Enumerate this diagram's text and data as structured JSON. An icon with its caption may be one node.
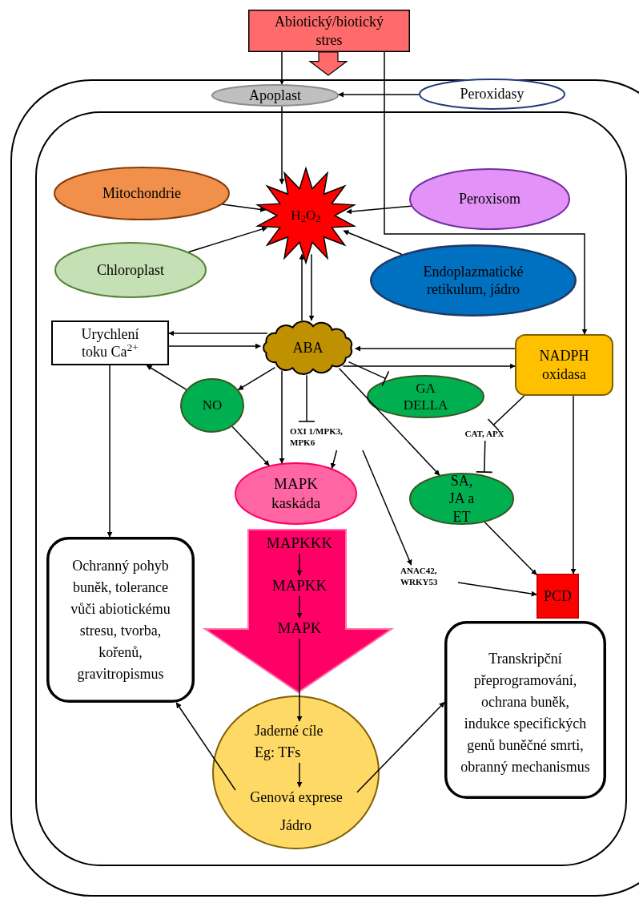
{
  "diagram": {
    "nodes": [
      {
        "text": [
          "Abiotický/biotický stres"
        ]
      },
      {
        "text": [
          "Apoplast"
        ]
      },
      {
        "text": [
          "Peroxidasy"
        ]
      },
      {
        "text": [
          "Mitochondrie"
        ]
      },
      {
        "text": [
          "H$_{2}$O$_{2}$"
        ]
      },
      {
        "text": [
          "Peroxisom"
        ]
      },
      {
        "text": [
          "Chloroplast"
        ]
      },
      {
        "text": [
          "Endoplazmatické retikulum, jádro"
        ]
      },
      {
        "text": [
          "Urychlení toku Ca$^{2+}$"
        ]
      },
      {
        "text": [
          "ABA"
        ]
      },
      {
        "text": [
          "NADPH oxidasa"
        ]
      },
      {
        "text": [
          "NO"
        ]
      },
      {
        "text": [
          "GA DELLA"
        ]
      },
      {
        "text": [
          "OXI 1/MPK3, MPK6"
        ]
      },
      {
        "text": [
          "CAT, APX"
        ]
      },
      {
        "text": [
          "MAPK kaskáda"
        ]
      },
      {
        "text": [
          "SA, JA a ET"
        ]
      },
      {
        "text": [],
        "shape": "arrow"
      },
      {
        "text": [
          "MAPKKK"
        ],
        "in": 17
      },
      {
        "text": [
          "MAPKK"
        ],
        "in": 17
      },
      {
        "text": [
          "MAPK"
        ],
        "in": 17
      },
      {
        "text": [
          "ANAC42, WRKY53"
        ]
      },
      {
        "text": [
          "PCD"
        ]
      },
      {
        "text": [
          "Ochranný pohyb buněk, tolerance vůči abiotickému stresu, tvorba, kořenů, gravitropismus"
        ]
      },
      {
        "text": [
          "Transkripční přeprogramování, ochrana buněk, indukce specifických genů buněčné smrti, obranný mechanismus"
        ]
      },
      {
        "text": [
          "Jádro"
        ]
      },
      {
        "text": [
          "Jaderné cíle Eg: TFs"
        ],
        "in": 25
      },
      {
        "text": [
          "Genová exprese"
        ],
        "in": 25
      }
    ],
    "edges": [
      {
        "from": 0,
        "to": 1,
        "arrow": "to"
      },
      {
        "from": 0,
        "to": null,
        "arrow": "to",
        "style": "thick",
        "color": "#ff6b6b"
      },
      {
        "from": 0,
        "to": 10,
        "arrow": "to"
      },
      {
        "from": 2,
        "to": 1,
        "arrow": "to"
      },
      {
        "from": 1,
        "to": 4,
        "arrow": "to"
      },
      {
        "from": 3,
        "to": 4,
        "arrow": "to"
      },
      {
        "from": 5,
        "to": 4,
        "arrow": "to"
      },
      {
        "from": 6,
        "to": 4,
        "arrow": "to"
      },
      {
        "from": 7,
        "to": 4,
        "arrow": "to"
      },
      {
        "from": 9,
        "to": 4,
        "arrow": "to"
      },
      {
        "from": 4,
        "to": 9,
        "arrow": "to"
      },
      {
        "from": 9,
        "to": 8,
        "arrow": "to"
      },
      {
        "from": 8,
        "to": 9,
        "arrow": "to"
      },
      {
        "from": 10,
        "to": 9,
        "arrow": "to"
      },
      {
        "from": 9,
        "to": 10,
        "arrow": "to"
      },
      {
        "from": 9,
        "to": 11,
        "arrow": "to"
      },
      {
        "from": 11,
        "to": 8,
        "arrow": "to"
      },
      {
        "from": 9,
        "to": 12,
        "arrow": "other"
      },
      {
        "from": 9,
        "to": 13,
        "arrow": "other"
      },
      {
        "from": 9,
        "to": 15,
        "arrow": "to"
      },
      {
        "from": 13,
        "to": 15,
        "arrow": "to"
      },
      {
        "from": 11,
        "to": 15,
        "arrow": "to"
      },
      {
        "from": 9,
        "to": 16,
        "arrow": "to"
      },
      {
        "from": 13,
        "to": 21,
        "arrow": "to"
      },
      {
        "from": 10,
        "to": 14,
        "arrow": "other"
      },
      {
        "from": 14,
        "to": 16,
        "arrow": "other"
      },
      {
        "from": 16,
        "to": 22,
        "arrow": "to"
      },
      {
        "from": 10,
        "to": 22,
        "arrow": "to"
      },
      {
        "from": 21,
        "to": 22,
        "arrow": "to"
      },
      {
        "from": 8,
        "to": 23,
        "arrow": "to"
      },
      {
        "from": 18,
        "to": 19,
        "arrow": "to"
      },
      {
        "from": 19,
        "to": 20,
        "arrow": "to"
      },
      {
        "from": 20,
        "to": 26,
        "arrow": "to"
      },
      {
        "from": 26,
        "to": 27,
        "arrow": "to"
      },
      {
        "from": 27,
        "to": 23,
        "arrow": "to"
      },
      {
        "from": 27,
        "to": 24,
        "arrow": "to"
      }
    ]
  }
}
